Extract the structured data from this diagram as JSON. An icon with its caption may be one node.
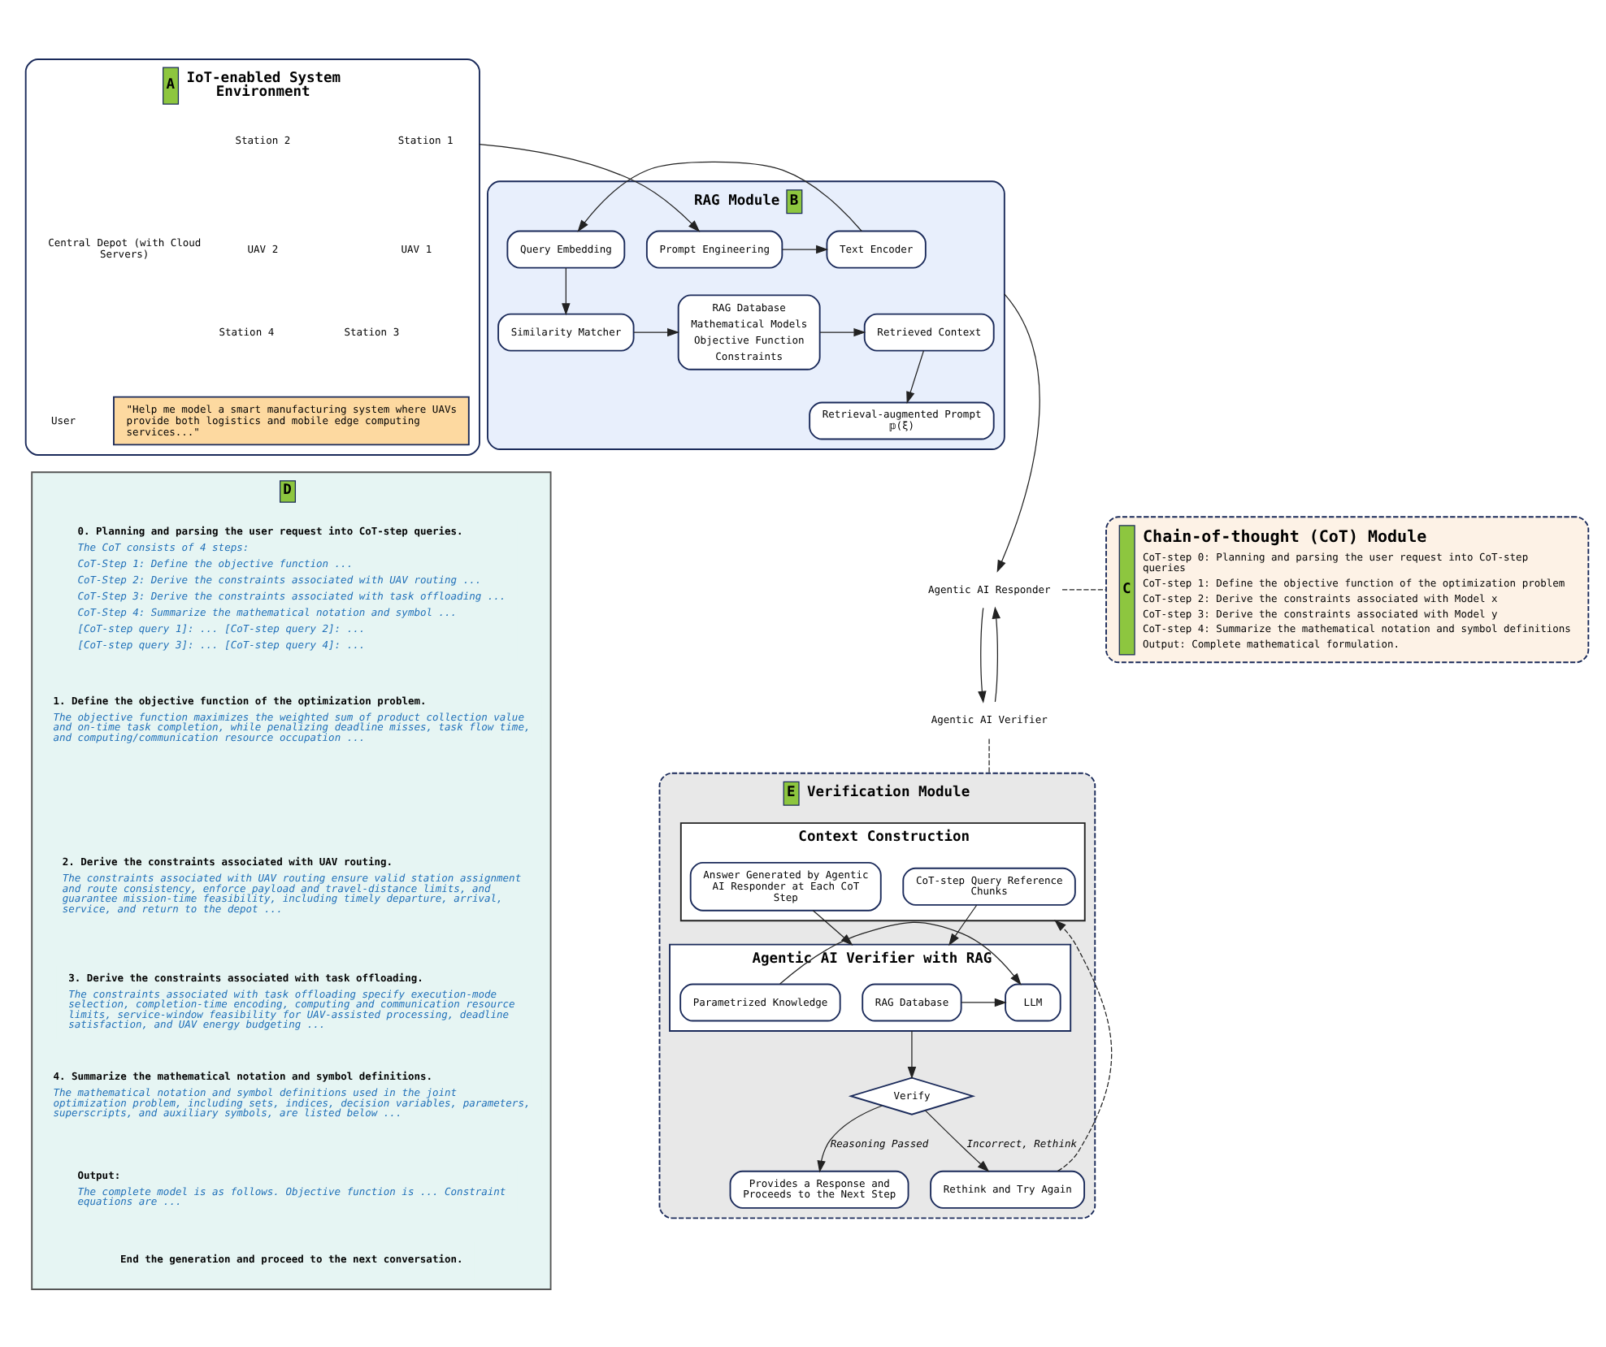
{
  "diagram": {
    "nodes": [
      {
        "text": [
          "A",
          "IoT-enabled System Environment"
        ]
      },
      {
        "text": [
          "Station 1"
        ],
        "in": 0
      },
      {
        "text": [
          "Station 2"
        ],
        "in": 0
      },
      {
        "text": [
          "UAV 1"
        ],
        "in": 0
      },
      {
        "text": [
          "UAV 2"
        ],
        "in": 0
      },
      {
        "text": [
          "Station 3"
        ],
        "in": 0
      },
      {
        "text": [
          "Central Depot (with Cloud Servers)"
        ],
        "in": 0
      },
      {
        "text": [
          "Station 4"
        ],
        "in": 0
      },
      {
        "text": [
          "\"Help me model a smart manufacturing system where UAVs provide both logistics and mobile edge computing services...\""
        ],
        "in": 0
      },
      {
        "text": [
          "User"
        ],
        "in": 0
      },
      {
        "text": [
          "RAG Module",
          "B"
        ]
      },
      {
        "text": [
          "Prompt Engineering"
        ],
        "in": 10
      },
      {
        "text": [
          "Text Encoder"
        ],
        "in": 10
      },
      {
        "text": [
          "Query Embedding"
        ],
        "in": 10
      },
      {
        "text": [
          "Similarity Matcher"
        ],
        "in": 10
      },
      {
        "text": [
          "RAG Database",
          "Mathematical Models",
          "Objective Function",
          "Constraints"
        ],
        "in": 10
      },
      {
        "text": [
          "Retrieved Context"
        ],
        "in": 10
      },
      {
        "text": [
          "Retrieval-augmented Prompt 𝕡(ξ)"
        ],
        "in": 10
      },
      {
        "text": [
          "Agentic AI Responder"
        ]
      },
      {
        "text": [
          "C",
          "Chain-of-thought (CoT) Module",
          "CoT-step 0: Planning and parsing the user request into CoT-step queries",
          "CoT-step 1: Define the objective function of the optimization problem",
          "CoT-step 2: Derive the constraints associated with Model x",
          "CoT-step 3: Derive the constraints associated with Model y",
          "CoT-step 4: Summarize the mathematical notation and symbol definitions",
          "Output: Complete mathematical formulation."
        ]
      },
      {
        "text": [
          "D"
        ]
      },
      {
        "text": [
          "0. Planning and parsing the user request into CoT-step queries.",
          "The CoT consists of 4 steps:",
          "CoT-Step 1: Define the objective function ...",
          "CoT-Step 2: Derive the constraints associated with UAV routing ...",
          "CoT-Step 3: Derive the constraints associated with task offloading ...",
          "CoT-Step 4: Summarize the mathematical notation and symbol ...",
          "[CoT-step query 1]: ... [CoT-step query 2]: ...",
          "[CoT-step query 3]: ... [CoT-step query 4]: ..."
        ],
        "in": 20
      },
      {
        "text": [
          "1. Define the objective function of the optimization problem.",
          "The objective function maximizes the weighted sum of product collection value and on-time task completion, while penalizing deadline misses, task flow time, and computing/communication resource occupation ..."
        ],
        "in": 20
      },
      {
        "text": [
          "2. Derive the constraints associated with UAV routing.",
          "The constraints associated with UAV routing ensure valid station assignment and route consistency, enforce payload and travel-distance limits, and guarantee mission-time feasibility, including timely departure, arrival, service, and return to the depot ..."
        ],
        "in": 20
      },
      {
        "text": [
          "3. Derive the constraints associated with task offloading.",
          "The constraints associated with task offloading specify execution-mode selection, completion-time encoding, computing and communication resource limits, service-window feasibility for UAV-assisted processing, deadline satisfaction, and UAV energy budgeting ..."
        ],
        "in": 20
      },
      {
        "text": [
          "4. Summarize the mathematical notation and symbol definitions.",
          "The mathematical notation and symbol definitions used in the joint optimization problem, including sets, indices, decision variables, parameters, superscripts, and auxiliary symbols, are listed below ..."
        ],
        "in": 20
      },
      {
        "text": [
          "Output:",
          "The complete model is as follows. Objective function is ... Constraint equations are ..."
        ],
        "in": 20
      },
      {
        "text": [
          "End the generation and proceed to the next conversation."
        ],
        "in": 20
      },
      {
        "text": [
          "Agentic AI Verifier"
        ]
      },
      {
        "text": [
          "E",
          "Verification Module"
        ]
      },
      {
        "text": [
          "Context Construction"
        ],
        "in": 29
      },
      {
        "text": [
          "CoT-step Query Reference Chunks"
        ],
        "in": 30
      },
      {
        "text": [
          "Answer Generated by Agentic AI Responder at Each CoT Step"
        ],
        "in": 30
      },
      {
        "text": [
          "Agentic AI Verifier with RAG"
        ],
        "in": 29
      },
      {
        "text": [
          "RAG Database"
        ],
        "in": 33
      },
      {
        "text": [
          "LLM"
        ],
        "in": 33
      },
      {
        "text": [
          "Parametrized Knowledge"
        ],
        "in": 33
      },
      {
        "text": [
          "Verify"
        ],
        "in": 29
      },
      {
        "text": [
          "Provides a Response and Proceeds to the Next Step"
        ],
        "in": 29
      },
      {
        "text": [
          "Rethink and Try Again"
        ],
        "in": 29
      }
    ],
    "edges": [
      {
        "from": 0,
        "to": 11,
        "arrow": "to"
      },
      {
        "from": 11,
        "to": 12,
        "arrow": "to"
      },
      {
        "from": 12,
        "to": 13,
        "arrow": "to"
      },
      {
        "from": 13,
        "to": 14,
        "arrow": "to"
      },
      {
        "from": 14,
        "to": 15,
        "arrow": "to"
      },
      {
        "from": 15,
        "to": 16,
        "arrow": "to"
      },
      {
        "from": 16,
        "to": 17,
        "arrow": "to"
      },
      {
        "from": 10,
        "to": 18,
        "arrow": "to"
      },
      {
        "from": 18,
        "to": 19,
        "arrow": "none",
        "style": "dashed"
      },
      {
        "from": 18,
        "to": 28,
        "arrow": "to"
      },
      {
        "from": 28,
        "to": 18,
        "arrow": "to"
      },
      {
        "from": 28,
        "to": 29,
        "arrow": "none",
        "style": "dashed"
      },
      {
        "from": 31,
        "to": 33,
        "arrow": "to"
      },
      {
        "from": 32,
        "to": 33,
        "arrow": "to"
      },
      {
        "from": 34,
        "to": 35,
        "arrow": "to"
      },
      {
        "from": 36,
        "to": 35,
        "arrow": "to"
      },
      {
        "from": 33,
        "to": 37,
        "arrow": "to"
      },
      {
        "from": 37,
        "to": 38,
        "arrow": "to",
        "label": "Reasoning Passed"
      },
      {
        "from": 37,
        "to": 39,
        "arrow": "to",
        "label": "Incorrect, Rethink"
      },
      {
        "from": 39,
        "to": 30,
        "arrow": "to",
        "style": "dashed"
      }
    ]
  }
}
